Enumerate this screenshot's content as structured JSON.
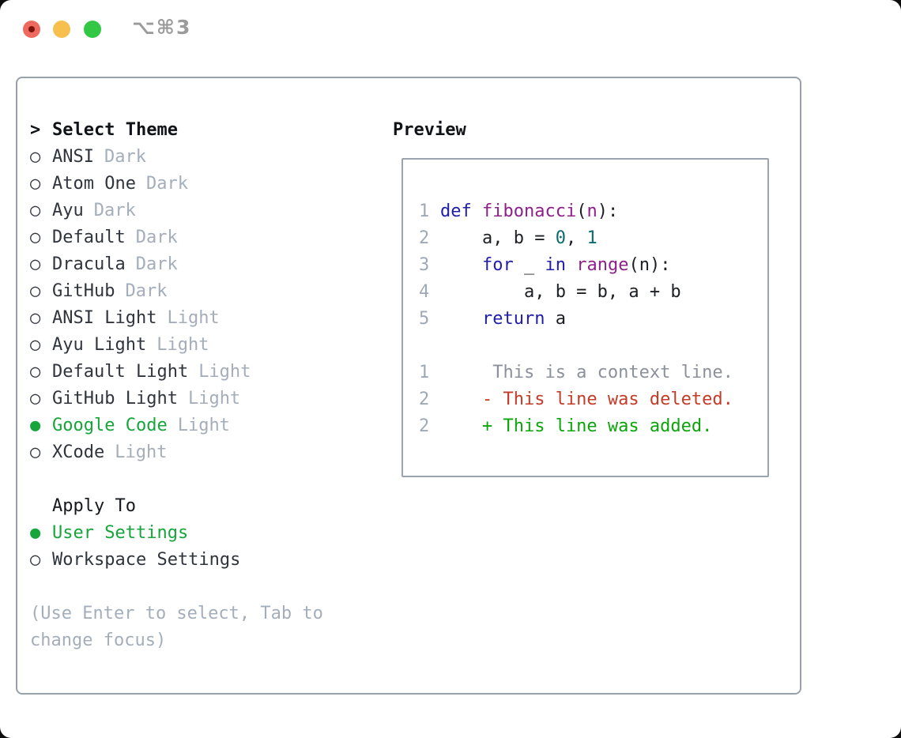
{
  "window": {
    "title": "⌥⌘3"
  },
  "theme_list": {
    "prompt": ">",
    "heading": "Select Theme",
    "items": [
      {
        "marker": "○",
        "name": "ANSI",
        "variant": "Dark",
        "selected": false
      },
      {
        "marker": "○",
        "name": "Atom One",
        "variant": "Dark",
        "selected": false
      },
      {
        "marker": "○",
        "name": "Ayu",
        "variant": "Dark",
        "selected": false
      },
      {
        "marker": "○",
        "name": "Default",
        "variant": "Dark",
        "selected": false
      },
      {
        "marker": "○",
        "name": "Dracula",
        "variant": "Dark",
        "selected": false
      },
      {
        "marker": "○",
        "name": "GitHub",
        "variant": "Dark",
        "selected": false
      },
      {
        "marker": "○",
        "name": "ANSI Light",
        "variant": "Light",
        "selected": false
      },
      {
        "marker": "○",
        "name": "Ayu Light",
        "variant": "Light",
        "selected": false
      },
      {
        "marker": "○",
        "name": "Default Light",
        "variant": "Light",
        "selected": false
      },
      {
        "marker": "○",
        "name": "GitHub Light",
        "variant": "Light",
        "selected": false
      },
      {
        "marker": "●",
        "name": "Google Code",
        "variant": "Light",
        "selected": true
      },
      {
        "marker": "○",
        "name": "XCode",
        "variant": "Light",
        "selected": false
      }
    ]
  },
  "apply_to": {
    "heading": "Apply To",
    "options": [
      {
        "marker": "●",
        "label": "User Settings",
        "selected": true
      },
      {
        "marker": "○",
        "label": "Workspace Settings",
        "selected": false
      }
    ]
  },
  "hint": {
    "line1": "(Use Enter to select, Tab to",
    "line2": "change focus)"
  },
  "preview": {
    "heading": "Preview",
    "code_lines": [
      {
        "number": "1",
        "segments": [
          {
            "c": "kw",
            "t": "def"
          },
          {
            "c": "pl",
            "t": " "
          },
          {
            "c": "fn",
            "t": "fibonacci"
          },
          {
            "c": "pl",
            "t": "("
          },
          {
            "c": "fn",
            "t": "n"
          },
          {
            "c": "pl",
            "t": "):"
          }
        ]
      },
      {
        "number": "2",
        "segments": [
          {
            "c": "pl",
            "t": "    a, b = "
          },
          {
            "c": "lit",
            "t": "0"
          },
          {
            "c": "pl",
            "t": ", "
          },
          {
            "c": "lit",
            "t": "1"
          }
        ]
      },
      {
        "number": "3",
        "segments": [
          {
            "c": "pl",
            "t": "    "
          },
          {
            "c": "kw",
            "t": "for"
          },
          {
            "c": "pl",
            "t": " _ "
          },
          {
            "c": "kw",
            "t": "in"
          },
          {
            "c": "pl",
            "t": " "
          },
          {
            "c": "fn",
            "t": "range"
          },
          {
            "c": "pl",
            "t": "(n):"
          }
        ]
      },
      {
        "number": "4",
        "segments": [
          {
            "c": "pl",
            "t": "        a, b = b, a + b"
          }
        ]
      },
      {
        "number": "5",
        "segments": [
          {
            "c": "pl",
            "t": "    "
          },
          {
            "c": "kw",
            "t": "return"
          },
          {
            "c": "pl",
            "t": " a"
          }
        ]
      }
    ],
    "diff_lines": [
      {
        "number": "1",
        "kind": "context",
        "text": "     This is a context line."
      },
      {
        "number": "2",
        "kind": "deleted",
        "text": "    - This line was deleted."
      },
      {
        "number": "2",
        "kind": "added",
        "text": "    + This line was added."
      }
    ]
  },
  "colors": {
    "accent_green": "#17a53b",
    "diff_added_green": "#0ba50b",
    "diff_removed_red": "#c43b28",
    "keyword_blue": "#201da9",
    "function_purple": "#8e2089",
    "literal_teal": "#0b6b73",
    "muted_gray": "#a4aebb",
    "line_number_gray": "#9fa8b5",
    "border_gray": "#97a1ac",
    "traffic_red": "#ee6a5f",
    "traffic_yellow": "#f6bf4e",
    "traffic_green": "#32c846"
  }
}
